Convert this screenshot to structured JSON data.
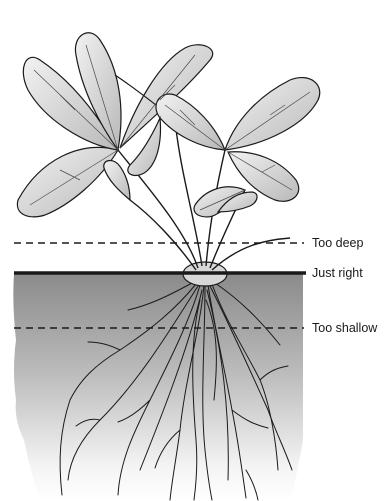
{
  "diagram": {
    "labels": {
      "too_deep": "Too deep",
      "just_right": "Just right",
      "too_shallow": "Too shallow"
    },
    "colors": {
      "ink": "#1a1a1a",
      "soil_top": "#8a8a8a",
      "soil_bottom": "#ffffff",
      "leaf_light": "#e6e6e6",
      "leaf_mid": "#bdbdbd",
      "leaf_dark": "#8c8c8c"
    }
  }
}
